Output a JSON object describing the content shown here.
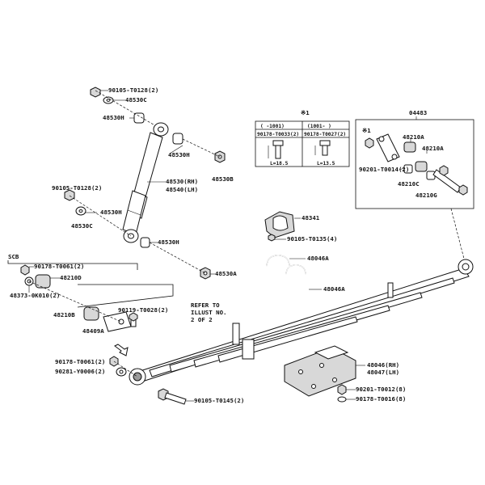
{
  "labels": {
    "p90105_t0128_top": "90105-T0128(2)",
    "p48530c_top": "48530C",
    "p48530h_top": "48530H",
    "p48530h_mid": "48530H",
    "p48530b": "48530B",
    "p48530_rh": "48530(RH)",
    "p48540_lh": "48540(LH)",
    "p90105_t0128_low": "90105-T0128(2)",
    "p48530h_low": "48530H",
    "p48530c_low": "48530C",
    "p48530h_bottom": "48530H",
    "p48530a": "48530A",
    "p48341": "48341",
    "p90105_t0135": "90105-T0135(4)",
    "p48046a_1": "48046A",
    "p48046a_2": "48046A",
    "scb": "SCB",
    "p90178_t0061_a": "90178-T0061(2)",
    "p48210d": "48210D",
    "p48373": "48373-0K010(2)",
    "p48210b": "48210B",
    "p90119_t0028": "90119-T0028(2)",
    "p48409a": "48409A",
    "refer": [
      "REFER TO",
      "ILLUST NO.",
      "2 OF 2"
    ],
    "p90178_t0061_b": "90178-T0061(2)",
    "p90281_y0006": "90281-Y0006(2)",
    "p90105_t0145": "90105-T0145(2)",
    "p48046_rh": "48046(RH)",
    "p48047_lh": "48047(LH)",
    "p90201_t0012": "90201-T0012(8)",
    "p90178_t0016": "90178-T0016(8)",
    "inset1": {
      "mark": "※1",
      "col1_head": "(  -1001)",
      "col2_head": "(1001-  )",
      "col1_part": "90178-T0033(2)",
      "col2_part": "90178-T0027(2)",
      "col1_len": "L=18.5",
      "col2_len": "L=13.5"
    },
    "inset2": {
      "kit": "04483",
      "mark": "※1",
      "p48210a_1": "48210A",
      "p48210a_2": "48210A",
      "p90201_t0014": "90201-T0014(2)",
      "p48210c": "48210C",
      "p48210g": "48210G"
    }
  }
}
